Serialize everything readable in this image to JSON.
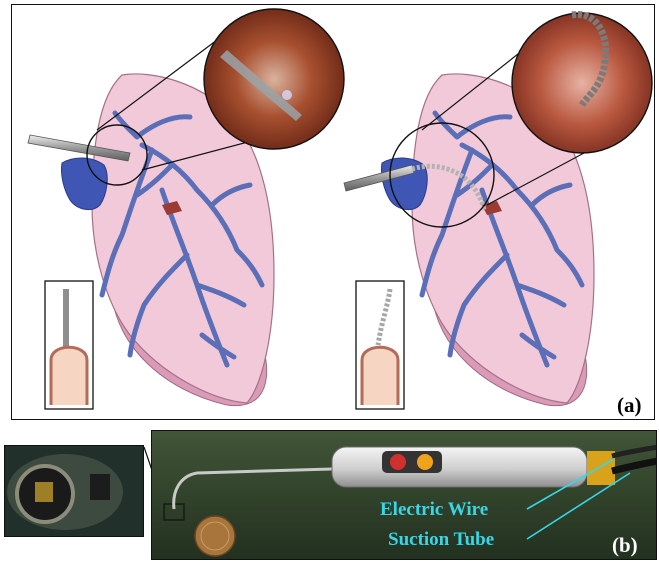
{
  "panel_a": {
    "label": "(a)"
  },
  "panel_b": {
    "label": "(b)",
    "annotations": {
      "electric_wire": "Electric Wire",
      "suction_tube": "Suction Tube"
    },
    "button_colors": [
      "#d2302f",
      "#f0a21c"
    ]
  },
  "colors": {
    "lung": "#f2c9d8",
    "vessel": "#5a6fb8",
    "annotation": "#35d7e8"
  }
}
